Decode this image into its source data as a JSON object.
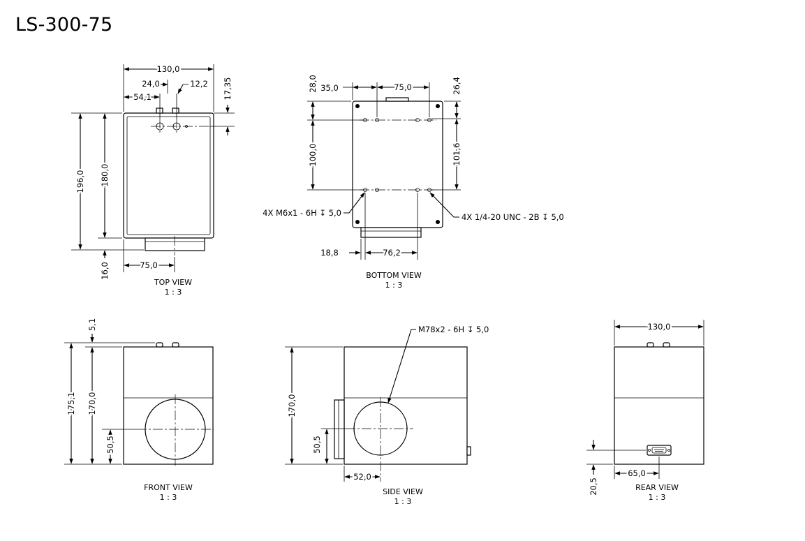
{
  "title": "LS-300-75",
  "views": {
    "top": {
      "caption": "TOP VIEW",
      "scale": "1 : 3",
      "dims": {
        "width": "130,0",
        "conn_offset": "24,0",
        "conn_gap": "12,2",
        "edge_to_conn": "54,1",
        "conn_height": "17,35",
        "overall_length": "196,0",
        "body_length": "180,0",
        "lens_protrusion": "16,0",
        "lens_center": "75,0"
      }
    },
    "bottom": {
      "caption": "BOTTOM VIEW",
      "scale": "1 : 3",
      "dims": {
        "edge_top": "28,0",
        "hole_x": "35,0",
        "hole_spacing": "75,0",
        "right_top": "26,4",
        "hole_y": "100,0",
        "right_y": "101,6",
        "edge_left": "18,8",
        "unc_spacing": "76,2"
      },
      "callouts": {
        "metric_holes": "4X M6x1 - 6H ↧ 5,0",
        "unc_holes": "4X 1/4-20 UNC - 2B ↧ 5,0"
      }
    },
    "front": {
      "caption": "FRONT VIEW",
      "scale": "1 : 3",
      "dims": {
        "top_offset": "5,1",
        "overall_height": "175,1",
        "body_height": "170,0",
        "lens_height": "50,5"
      }
    },
    "side": {
      "caption": "SIDE VIEW",
      "scale": "1 : 3",
      "dims": {
        "body_height": "170,0",
        "lens_height": "50,5",
        "lens_offset": "52,0"
      },
      "callouts": {
        "thread": "M78x2 - 6H ↧ 5,0"
      }
    },
    "rear": {
      "caption": "REAR VIEW",
      "scale": "1 : 3",
      "dims": {
        "width": "130,0",
        "conn_x": "65,0",
        "conn_y": "20,5"
      }
    }
  }
}
